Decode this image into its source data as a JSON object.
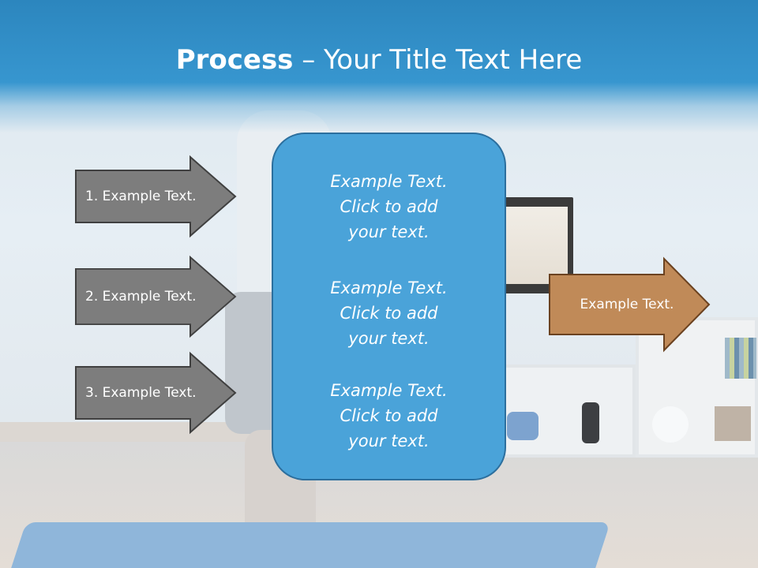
{
  "title": {
    "bold": "Process",
    "rest": " – Your Title Text Here"
  },
  "left_arrows": [
    {
      "label": "1. Example Text."
    },
    {
      "label": "2. Example Text."
    },
    {
      "label": "3. Example Text."
    }
  ],
  "center_box": {
    "paragraphs": [
      {
        "line1": "Example Text.",
        "line2": "Click  to add",
        "line3": "your text."
      },
      {
        "line1": "Example Text.",
        "line2": "Click  to add",
        "line3": "your text."
      },
      {
        "line1": "Example Text.",
        "line2": "Click  to add",
        "line3": "your text."
      }
    ]
  },
  "output_arrow": {
    "label": "Example Text."
  },
  "colors": {
    "header": "#3796cf",
    "center_box": "#4aa3d9",
    "left_arrow_fill": "#7d7d7d",
    "output_arrow_fill": "#c08a58"
  }
}
